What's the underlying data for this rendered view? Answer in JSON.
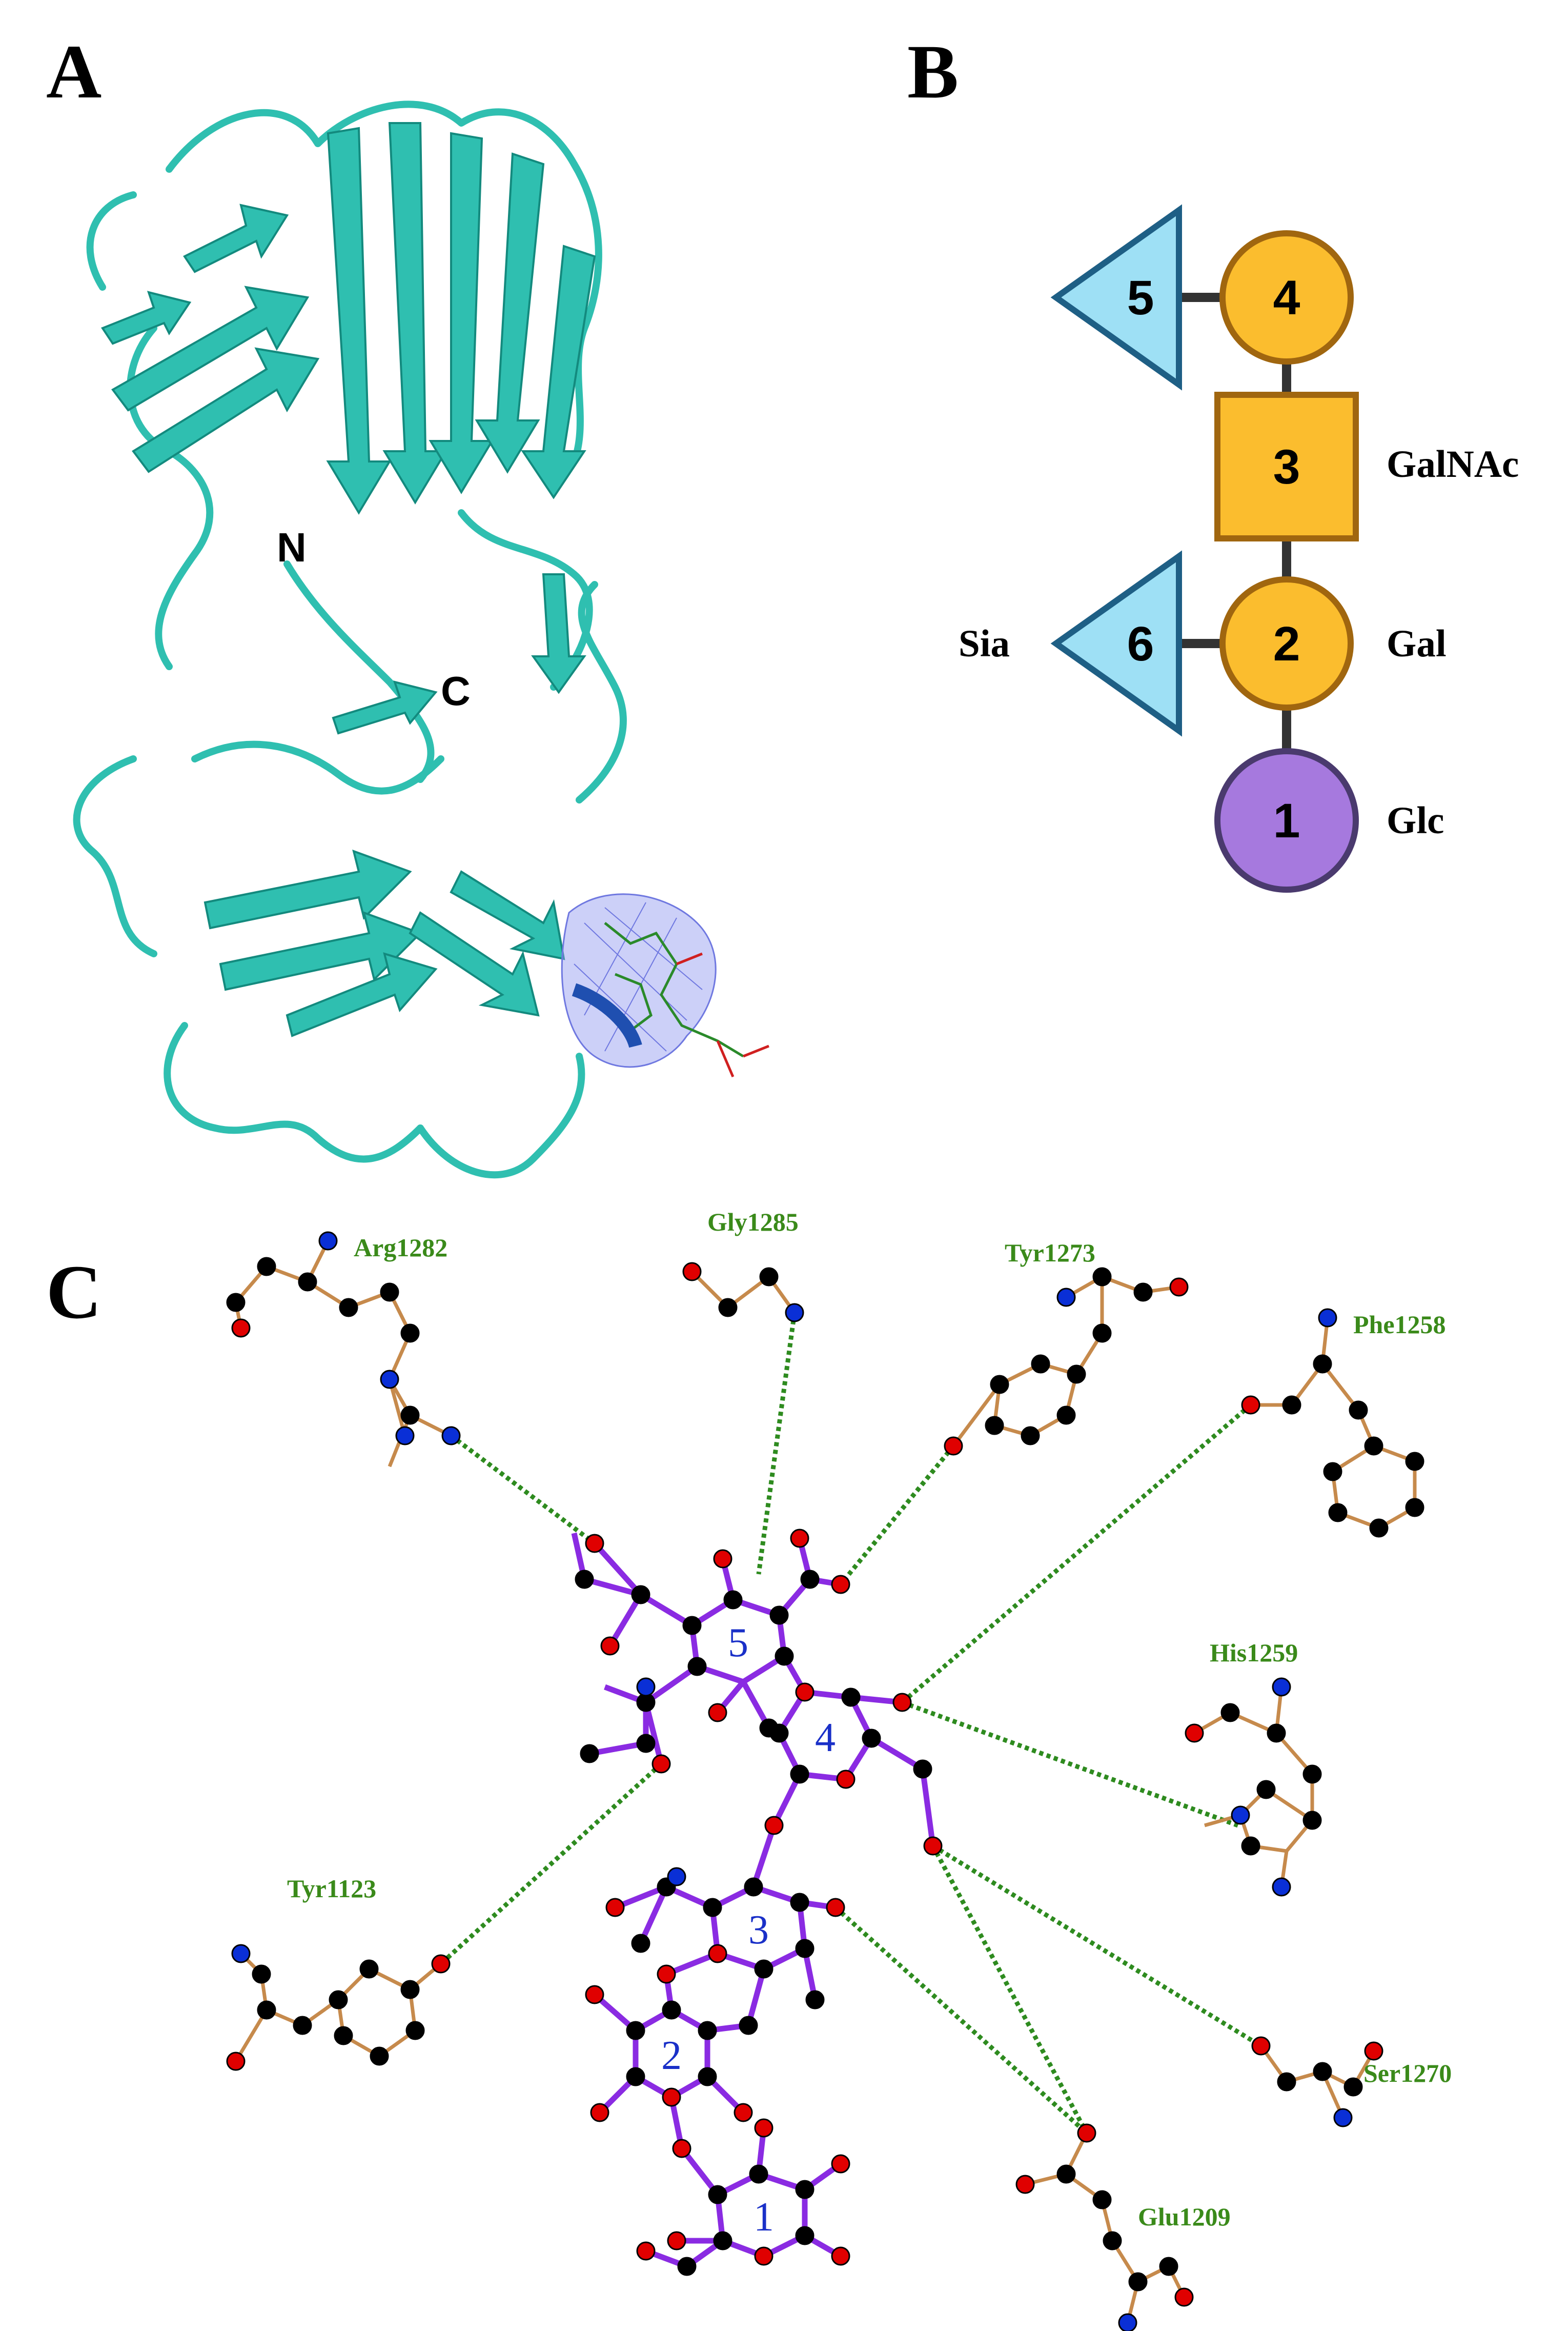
{
  "panels": {
    "a": {
      "letter": "A",
      "termini": {
        "n": "N",
        "c": "C"
      }
    },
    "b": {
      "letter": "B",
      "glycan": [
        {
          "id": "1",
          "shape": "circle",
          "name": "Glc"
        },
        {
          "id": "2",
          "shape": "circle",
          "name": "Gal"
        },
        {
          "id": "3",
          "shape": "square",
          "name": "GalNAc"
        },
        {
          "id": "4",
          "shape": "circle",
          "name": ""
        },
        {
          "id": "5",
          "shape": "triangle",
          "name": ""
        },
        {
          "id": "6",
          "shape": "triangle",
          "name": "Sia"
        }
      ]
    },
    "c": {
      "letter": "C",
      "rings": [
        "1",
        "2",
        "3",
        "4",
        "5"
      ],
      "residues": [
        "Arg1282",
        "Gly1285",
        "Tyr1273",
        "Phe1258",
        "His1259",
        "Tyr1123",
        "Ser1270",
        "Glu1209"
      ]
    }
  },
  "colors": {
    "protein": "#2fbfb0",
    "protein_dark": "#138a7e",
    "density_mesh": "#6f78e0",
    "galactose": "#fbbd2e",
    "galactose_stroke": "#a0660f",
    "glucose": "#a679de",
    "glucose_stroke": "#4a3a6e",
    "sialic_acid": "#9ee0f5",
    "sialic_stroke": "#1e5f85",
    "ligand_bond": "#8a2be2",
    "residue_bond": "#c68a4c",
    "carbon": "#000000",
    "oxygen": "#e00000",
    "nitrogen": "#0a2fd6",
    "hbond": "#2e8b1f",
    "residue_label": "#3a8a1a",
    "ring_label": "#1a30c8"
  }
}
